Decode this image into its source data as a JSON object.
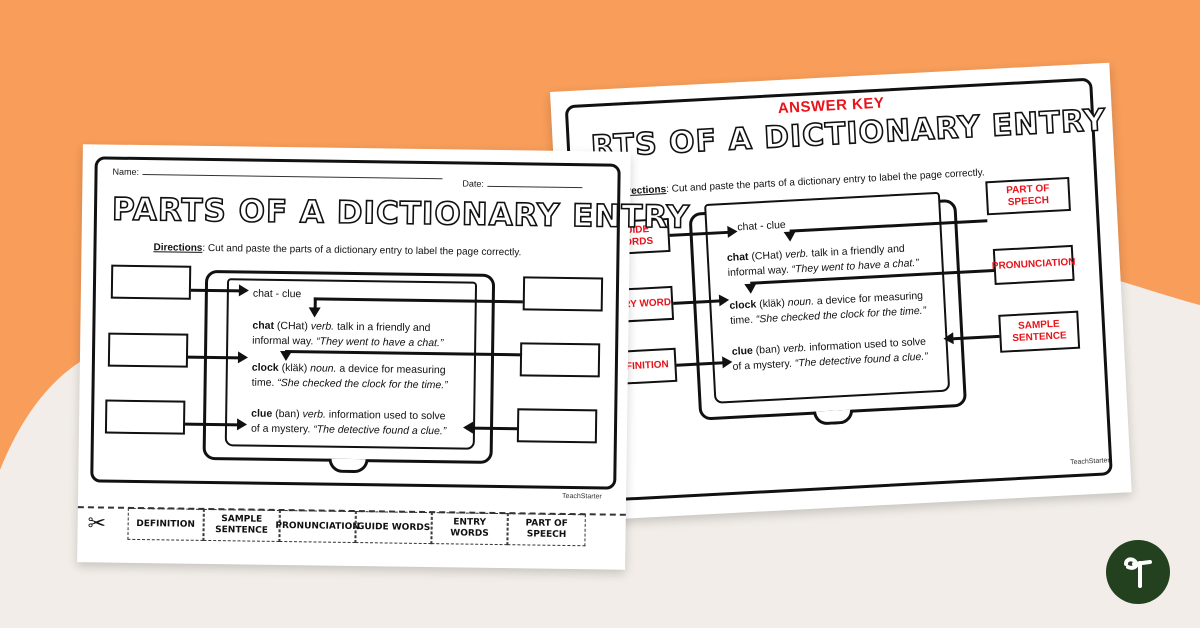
{
  "background": {
    "orange": "#f89d5a",
    "cream": "#f2ede8"
  },
  "answer_key_sheet": {
    "label": "ANSWER KEY",
    "title": "PARTS OF A DICTIONARY ENTRY",
    "title_visible": "RTS OF A DICTIONARY ENTRY",
    "directions_label": "Directions",
    "directions_text": ": Cut and paste the parts of a dictionary entry to label the page correctly.",
    "labels_left": [
      "GUIDE WORDS",
      "ENTRY WORD",
      "DEFINITION"
    ],
    "labels_left_visible": [
      "WORDS",
      "Y WORD",
      "FINITION"
    ],
    "labels_right": [
      "PART OF SPEECH",
      "PRONUNCIATION",
      "SAMPLE SENTENCE"
    ],
    "label_color": "#e8131b",
    "brand": "TeachStarter"
  },
  "student_sheet": {
    "name_label": "Name:",
    "date_label": "Date:",
    "title": "PARTS OF A DICTIONARY ENTRY",
    "directions_label": "Directions",
    "directions_text": ": Cut and paste the parts of a dictionary entry to label the page correctly.",
    "brand": "TeachStarter",
    "cut_strip": [
      "DEFINITION",
      "SAMPLE SENTENCE",
      "PRONUNCIATION",
      "GUIDE WORDS",
      "ENTRY WORDS",
      "PART OF SPEECH"
    ],
    "scissors_icon": "✂"
  },
  "dictionary": {
    "guide_words": "chat - clue",
    "entries": [
      {
        "word": "chat",
        "pron": "(CHat)",
        "pos": "verb.",
        "def1": "talk in a friendly and",
        "def2": "informal way.",
        "sample": "“They went to have a chat.”"
      },
      {
        "word": "clock",
        "pron": "(kläk)",
        "pos": "noun.",
        "def1": "a device for measuring",
        "def2": "time.",
        "sample": "“She checked the clock for the time.”"
      },
      {
        "word": "clue",
        "pron": "(ban)",
        "pos": "verb.",
        "def1": "information used to solve",
        "def2": "of a mystery.",
        "sample": "“The detective found a clue.”"
      }
    ]
  },
  "logo": {
    "name": "teach-starter-logo",
    "color": "#23401f"
  }
}
